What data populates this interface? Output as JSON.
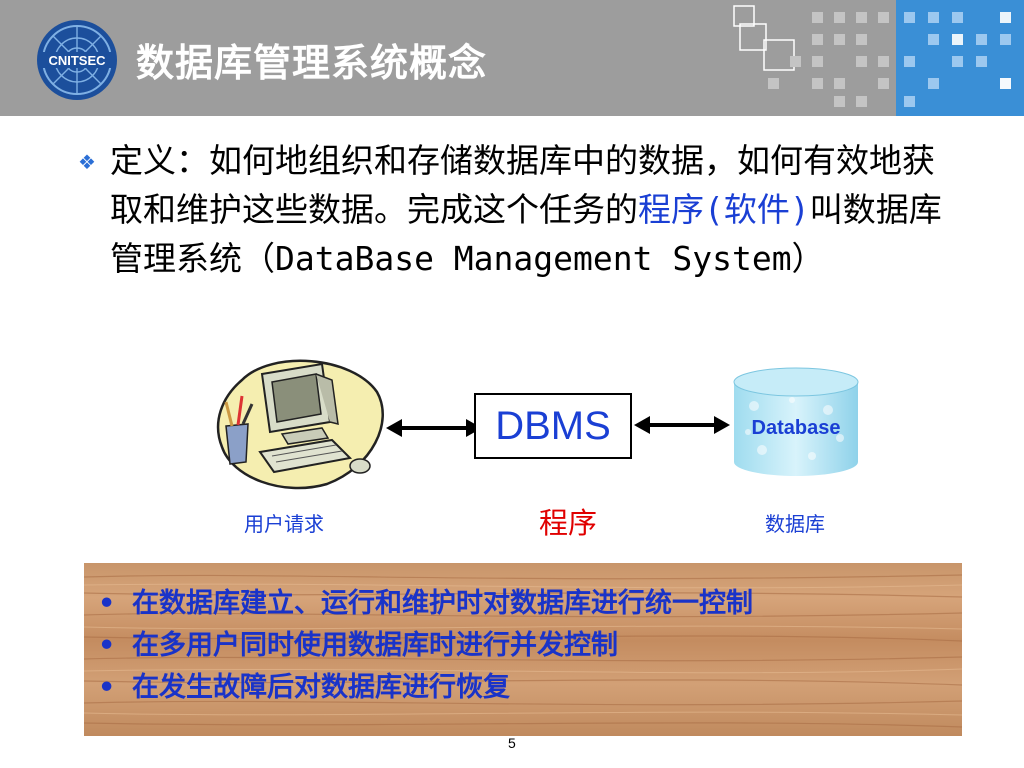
{
  "header": {
    "title": "数据库管理系统概念",
    "logo_text": "CNITSEC",
    "bg_color": "#9d9d9d",
    "accent_color": "#3a8fd6"
  },
  "definition": {
    "bullet_icon": "diamond-bullet-icon",
    "text_part1": "定义：如何地组织和存储数据库中的数据，如何有效地获取和维护这些数据。完成这个任务的",
    "highlight": "程序(软件)",
    "text_part2": "叫数据库管理系统（DataBase Management System）"
  },
  "diagram": {
    "dbms_label": "DBMS",
    "database_label": "Database",
    "user_label": "用户请求",
    "program_label": "程序",
    "db_caption": "数据库"
  },
  "features": {
    "items": [
      "在数据库建立、运行和维护时对数据库进行统一控制",
      "在多用户同时使用数据库时进行并发控制",
      "在发生故障后对数据库进行恢复"
    ],
    "bullet": "•"
  },
  "footer": {
    "page_number": "5"
  }
}
